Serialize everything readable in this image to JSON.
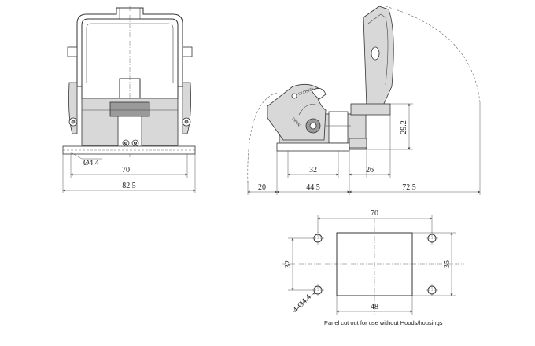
{
  "dimensions": {
    "front_hole_dia": "Ø4.4",
    "front_width_inner": "70",
    "front_width_outer": "82.5",
    "side_height": "29.2",
    "side_base_32": "32",
    "side_base_26": "26",
    "side_offset_20": "20",
    "side_width_44_5": "44.5",
    "side_swing_72_5": "72.5",
    "cutout_hole_spacing_w": "70",
    "cutout_hole_spacing_h": "32",
    "cutout_height": "35",
    "cutout_width": "48",
    "cutout_holes": "4-Ø4.4"
  },
  "labels": {
    "closed": "CLOSED",
    "open": "OPEN",
    "panel_note": "Panel cut out for use without Hoods/housings"
  }
}
